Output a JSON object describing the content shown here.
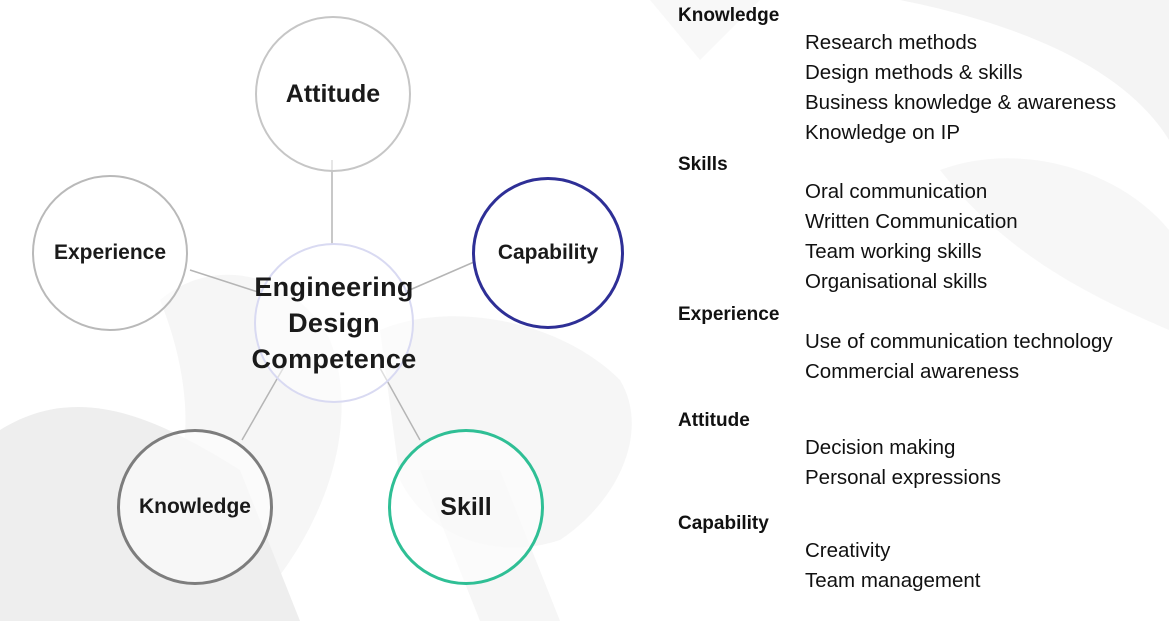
{
  "colors": {
    "attitude": "#c6c6c6",
    "experience": "#b9b9b9",
    "capability": "#2e2f96",
    "knowledge": "#7d7d7d",
    "skill": "#2fbf95",
    "center": "#d9daf2",
    "connector": "#b5b5b5"
  },
  "diagram": {
    "center": {
      "line1": "Engineering",
      "line2": "Design",
      "line3": "Competence"
    },
    "nodes": {
      "attitude": "Attitude",
      "experience": "Experience",
      "capability": "Capability",
      "knowledge": "Knowledge",
      "skill": "Skill"
    }
  },
  "list": [
    {
      "heading": "Knowledge",
      "items": [
        "Research methods",
        "Design methods & skills",
        "Business knowledge & awareness",
        "Knowledge on IP"
      ]
    },
    {
      "heading": "Skills",
      "items": [
        "Oral communication",
        "Written Communication",
        "Team working skills",
        "Organisational skills"
      ]
    },
    {
      "heading": "Experience",
      "items": [
        "Use of communication technology",
        "Commercial awareness"
      ]
    },
    {
      "heading": "Attitude",
      "items": [
        "Decision making",
        "Personal expressions"
      ]
    },
    {
      "heading": "Capability",
      "items": [
        "Creativity",
        "Team management"
      ]
    }
  ]
}
